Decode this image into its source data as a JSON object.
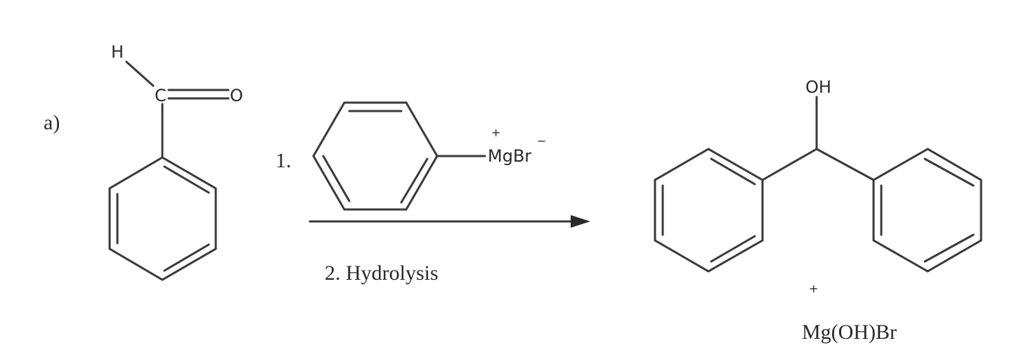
{
  "part_label": "a)",
  "reactant": {
    "atoms": {
      "hydrogen": "H",
      "carbon": "C",
      "oxygen": "O"
    }
  },
  "reagent": {
    "step1_label": "1.",
    "metal_group": "MgBr",
    "cation_charge": "+",
    "anion_charge": "−",
    "step2_label": "2. Hydrolysis"
  },
  "product": {
    "hydroxyl": "OH",
    "plus_sign": "+",
    "byproduct": "Mg(OH)Br"
  }
}
